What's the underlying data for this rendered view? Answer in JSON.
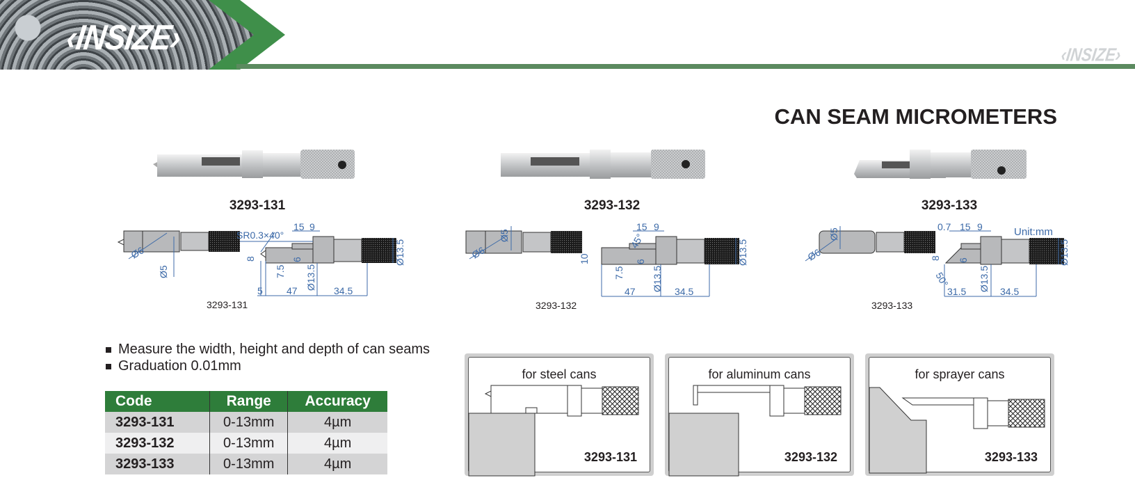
{
  "header": {
    "brand_logo": "‹INSIZE›",
    "brand_logo_small": "‹INSIZE›",
    "accent_color": "#2e7d3a",
    "line_color": "#5b8a5f"
  },
  "title": "CAN SEAM MICROMETERS",
  "products": [
    {
      "code": "3293-131"
    },
    {
      "code": "3293-132"
    },
    {
      "code": "3293-133"
    }
  ],
  "drawings": {
    "unit": "Unit:mm",
    "d131": {
      "code": "3293-131",
      "labels": {
        "phi6": "Ø6",
        "phi5": "Ø5",
        "sr": "SR0.3×40°",
        "d15": "15",
        "d9": "9",
        "d8": "8",
        "d6": "6",
        "d7_5": "7.5",
        "phi13_5a": "Ø13.5",
        "d5": "5",
        "d47": "47",
        "d34_5": "34.5",
        "phi13_5b": "Ø13.5"
      }
    },
    "d132": {
      "code": "3293-132",
      "labels": {
        "phi6": "Ø6",
        "phi5": "Ø5",
        "d15": "15",
        "d9": "9",
        "d45": "45°",
        "d10": "10",
        "d6": "6",
        "d7_5": "7.5",
        "phi13_5a": "Ø13.5",
        "d47": "47",
        "d34_5": "34.5",
        "phi13_5b": "Ø13.5"
      }
    },
    "d133": {
      "code": "3293-133",
      "labels": {
        "phi6": "Ø6",
        "phi5": "Ø5",
        "d0_7": "0.7",
        "d15": "15",
        "d9": "9",
        "d8": "8",
        "d6": "6",
        "d50": "50°",
        "d31_5": "31.5",
        "phi13_5a": "Ø13.5",
        "d34_5": "34.5",
        "phi13_5b": "Ø13.5"
      }
    }
  },
  "features": [
    "Measure the width, height and depth of can seams",
    "Graduation 0.01mm"
  ],
  "spec_table": {
    "headers": [
      "Code",
      "Range",
      "Accuracy"
    ],
    "rows": [
      [
        "3293-131",
        "0-13mm",
        "4µm"
      ],
      [
        "3293-132",
        "0-13mm",
        "4µm"
      ],
      [
        "3293-133",
        "0-13mm",
        "4µm"
      ]
    ]
  },
  "applications": [
    {
      "title": "for steel cans",
      "code": "3293-131"
    },
    {
      "title": "for aluminum cans",
      "code": "3293-132"
    },
    {
      "title": "for sprayer cans",
      "code": "3293-133"
    }
  ]
}
